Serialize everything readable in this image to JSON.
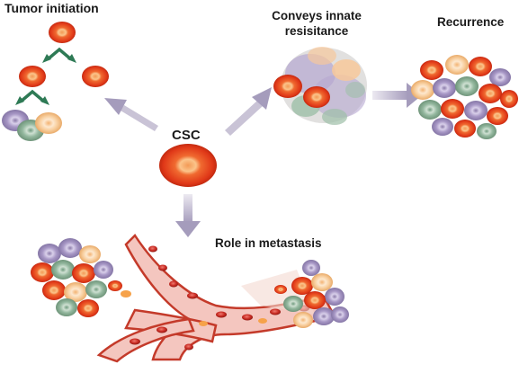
{
  "labels": {
    "tumor_initiation": "Tumor initiation",
    "conveys_line1": "Conveys innate",
    "conveys_line2": "resisitance",
    "recurrence": "Recurrence",
    "csc": "CSC",
    "metastasis": "Role in metastasis"
  },
  "colors": {
    "csc_red": "#e8401c",
    "csc_orange": "#f6a24a",
    "vessel_pink": "#f4c6bf",
    "vessel_wall": "#c43a2a",
    "green_arrow": "#2e7a55",
    "grey_arrow": "#b3adc6",
    "purple_cell": "#b5a7d0",
    "green_cell": "#9ebfa8",
    "peach_cell": "#f7c89b"
  }
}
